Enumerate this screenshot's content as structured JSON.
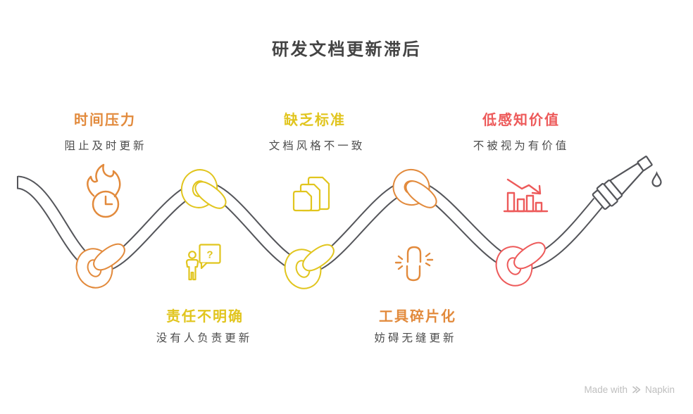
{
  "title": "研发文档更新滞后",
  "items": [
    {
      "id": "time-pressure",
      "label": "时间压力",
      "desc": "阻止及时更新",
      "color": "#E28A3C",
      "icon": "flame-clock-icon"
    },
    {
      "id": "unclear-responsibility",
      "label": "责任不明确",
      "desc": "没有人负责更新",
      "color": "#E1C51E",
      "icon": "person-question-icon"
    },
    {
      "id": "lack-of-standards",
      "label": "缺乏标准",
      "desc": "文档风格不一致",
      "color": "#E1C51E",
      "icon": "stacked-documents-icon"
    },
    {
      "id": "tool-fragmentation",
      "label": "工具碎片化",
      "desc": "妨碍无缝更新",
      "color": "#E28A3C",
      "icon": "broken-link-icon"
    },
    {
      "id": "low-perceived-value",
      "label": "低感知价值",
      "desc": "不被视为有价值",
      "color": "#ED5A5A",
      "icon": "declining-bar-chart-icon"
    }
  ],
  "speech_bubble_text": "?",
  "footer": {
    "made_with": "Made with",
    "brand": "Napkin"
  },
  "colors": {
    "orange": "#E28A3C",
    "yellow": "#E1C51E",
    "red": "#ED5A5A",
    "rope": "#54555A",
    "title": "#434343",
    "desc": "#4D4D4D",
    "footer": "#BFBFBF"
  }
}
